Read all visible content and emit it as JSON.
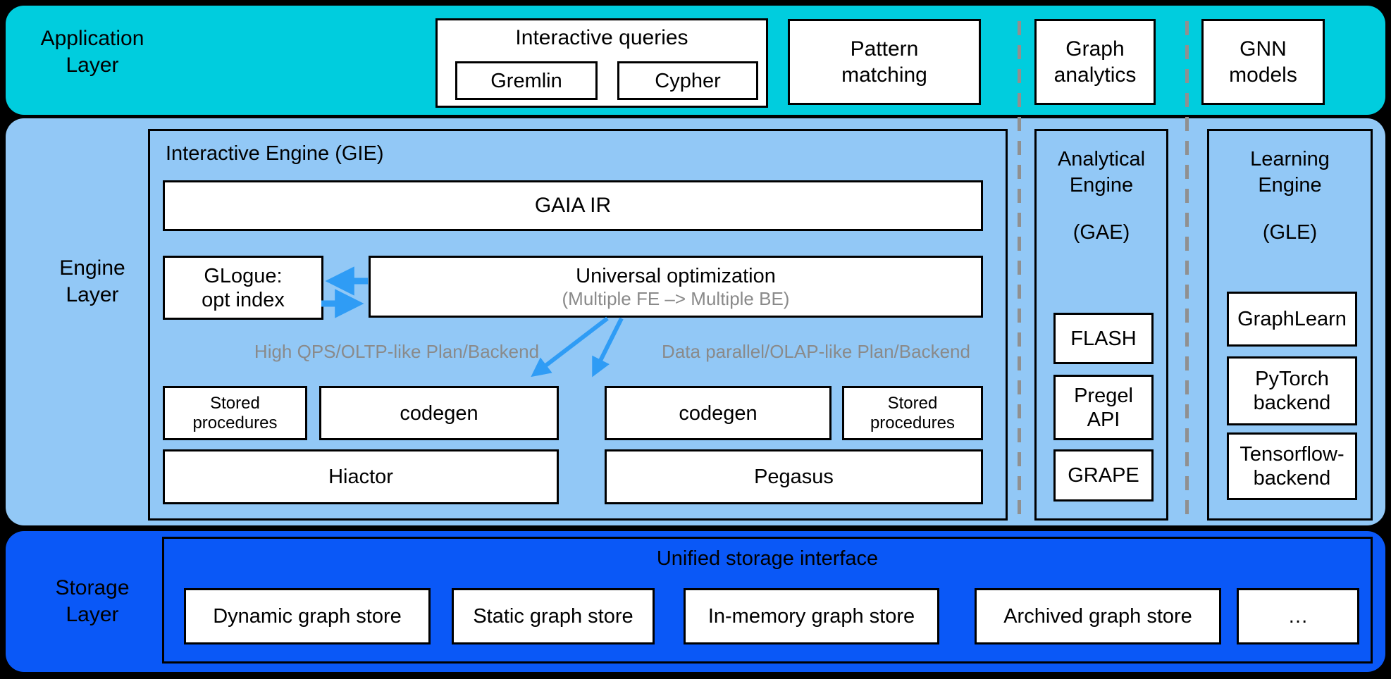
{
  "colors": {
    "application_band": "#00cdde",
    "engine_band": "#92c8f6",
    "storage_band": "#0a58f7",
    "arrow_blue": "#2f9cf5",
    "dashed_gray": "#909090",
    "muted_text_gray": "#8a8a8a"
  },
  "application": {
    "label": "Application\nLayer",
    "interactive_queries": {
      "title": "Interactive queries",
      "gremlin": "Gremlin",
      "cypher": "Cypher"
    },
    "pattern_matching": "Pattern\nmatching",
    "graph_analytics": "Graph\nanalytics",
    "gnn_models": "GNN\nmodels"
  },
  "engine": {
    "label": "Engine\nLayer",
    "gie": {
      "title": "Interactive Engine (GIE)",
      "gaia_ir": "GAIA IR",
      "glogue": "GLogue:\nopt index",
      "universal_optimization": {
        "title": "Universal optimization",
        "subtitle": "(Multiple FE –> Multiple BE)"
      },
      "oltp_label": "High QPS/OLTP-like Plan/Backend",
      "olap_label": "Data parallel/OLAP-like Plan/Backend",
      "stored_procedures_left": "Stored\nprocedures",
      "codegen_left": "codegen",
      "codegen_right": "codegen",
      "stored_procedures_right": "Stored\nprocedures",
      "hiactor": "Hiactor",
      "pegasus": "Pegasus"
    },
    "gae": {
      "title": "Analytical\nEngine",
      "subtitle": "(GAE)",
      "boxes": [
        "FLASH",
        "Pregel\nAPI",
        "GRAPE"
      ]
    },
    "gle": {
      "title": "Learning\nEngine",
      "subtitle": "(GLE)",
      "boxes": [
        "GraphLearn",
        "PyTorch\nbackend",
        "Tensorflow-\nbackend"
      ]
    }
  },
  "storage": {
    "label": "Storage\nLayer",
    "interface_title": "Unified storage interface",
    "stores": [
      "Dynamic graph store",
      "Static graph store",
      "In-memory graph store",
      "Archived graph store",
      "…"
    ]
  }
}
